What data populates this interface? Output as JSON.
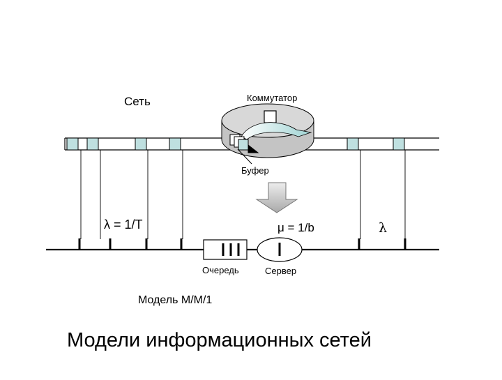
{
  "labels": {
    "network": "Сеть",
    "switch": "Коммутатор",
    "buffer": "Буфер",
    "lambda_eq": "λ = 1/T",
    "mu_eq": "μ = 1/b",
    "lambda": "λ",
    "queue": "Очередь",
    "server": "Сервер",
    "model": "Модель M/M/1",
    "title": "Модели информационных сетей"
  },
  "colors": {
    "packet": "#bfe0e0",
    "switch_top": "#d8d8d8",
    "switch_side": "#c4c4c4",
    "arrow": "#c8c8c8",
    "stroke": "#000000"
  }
}
